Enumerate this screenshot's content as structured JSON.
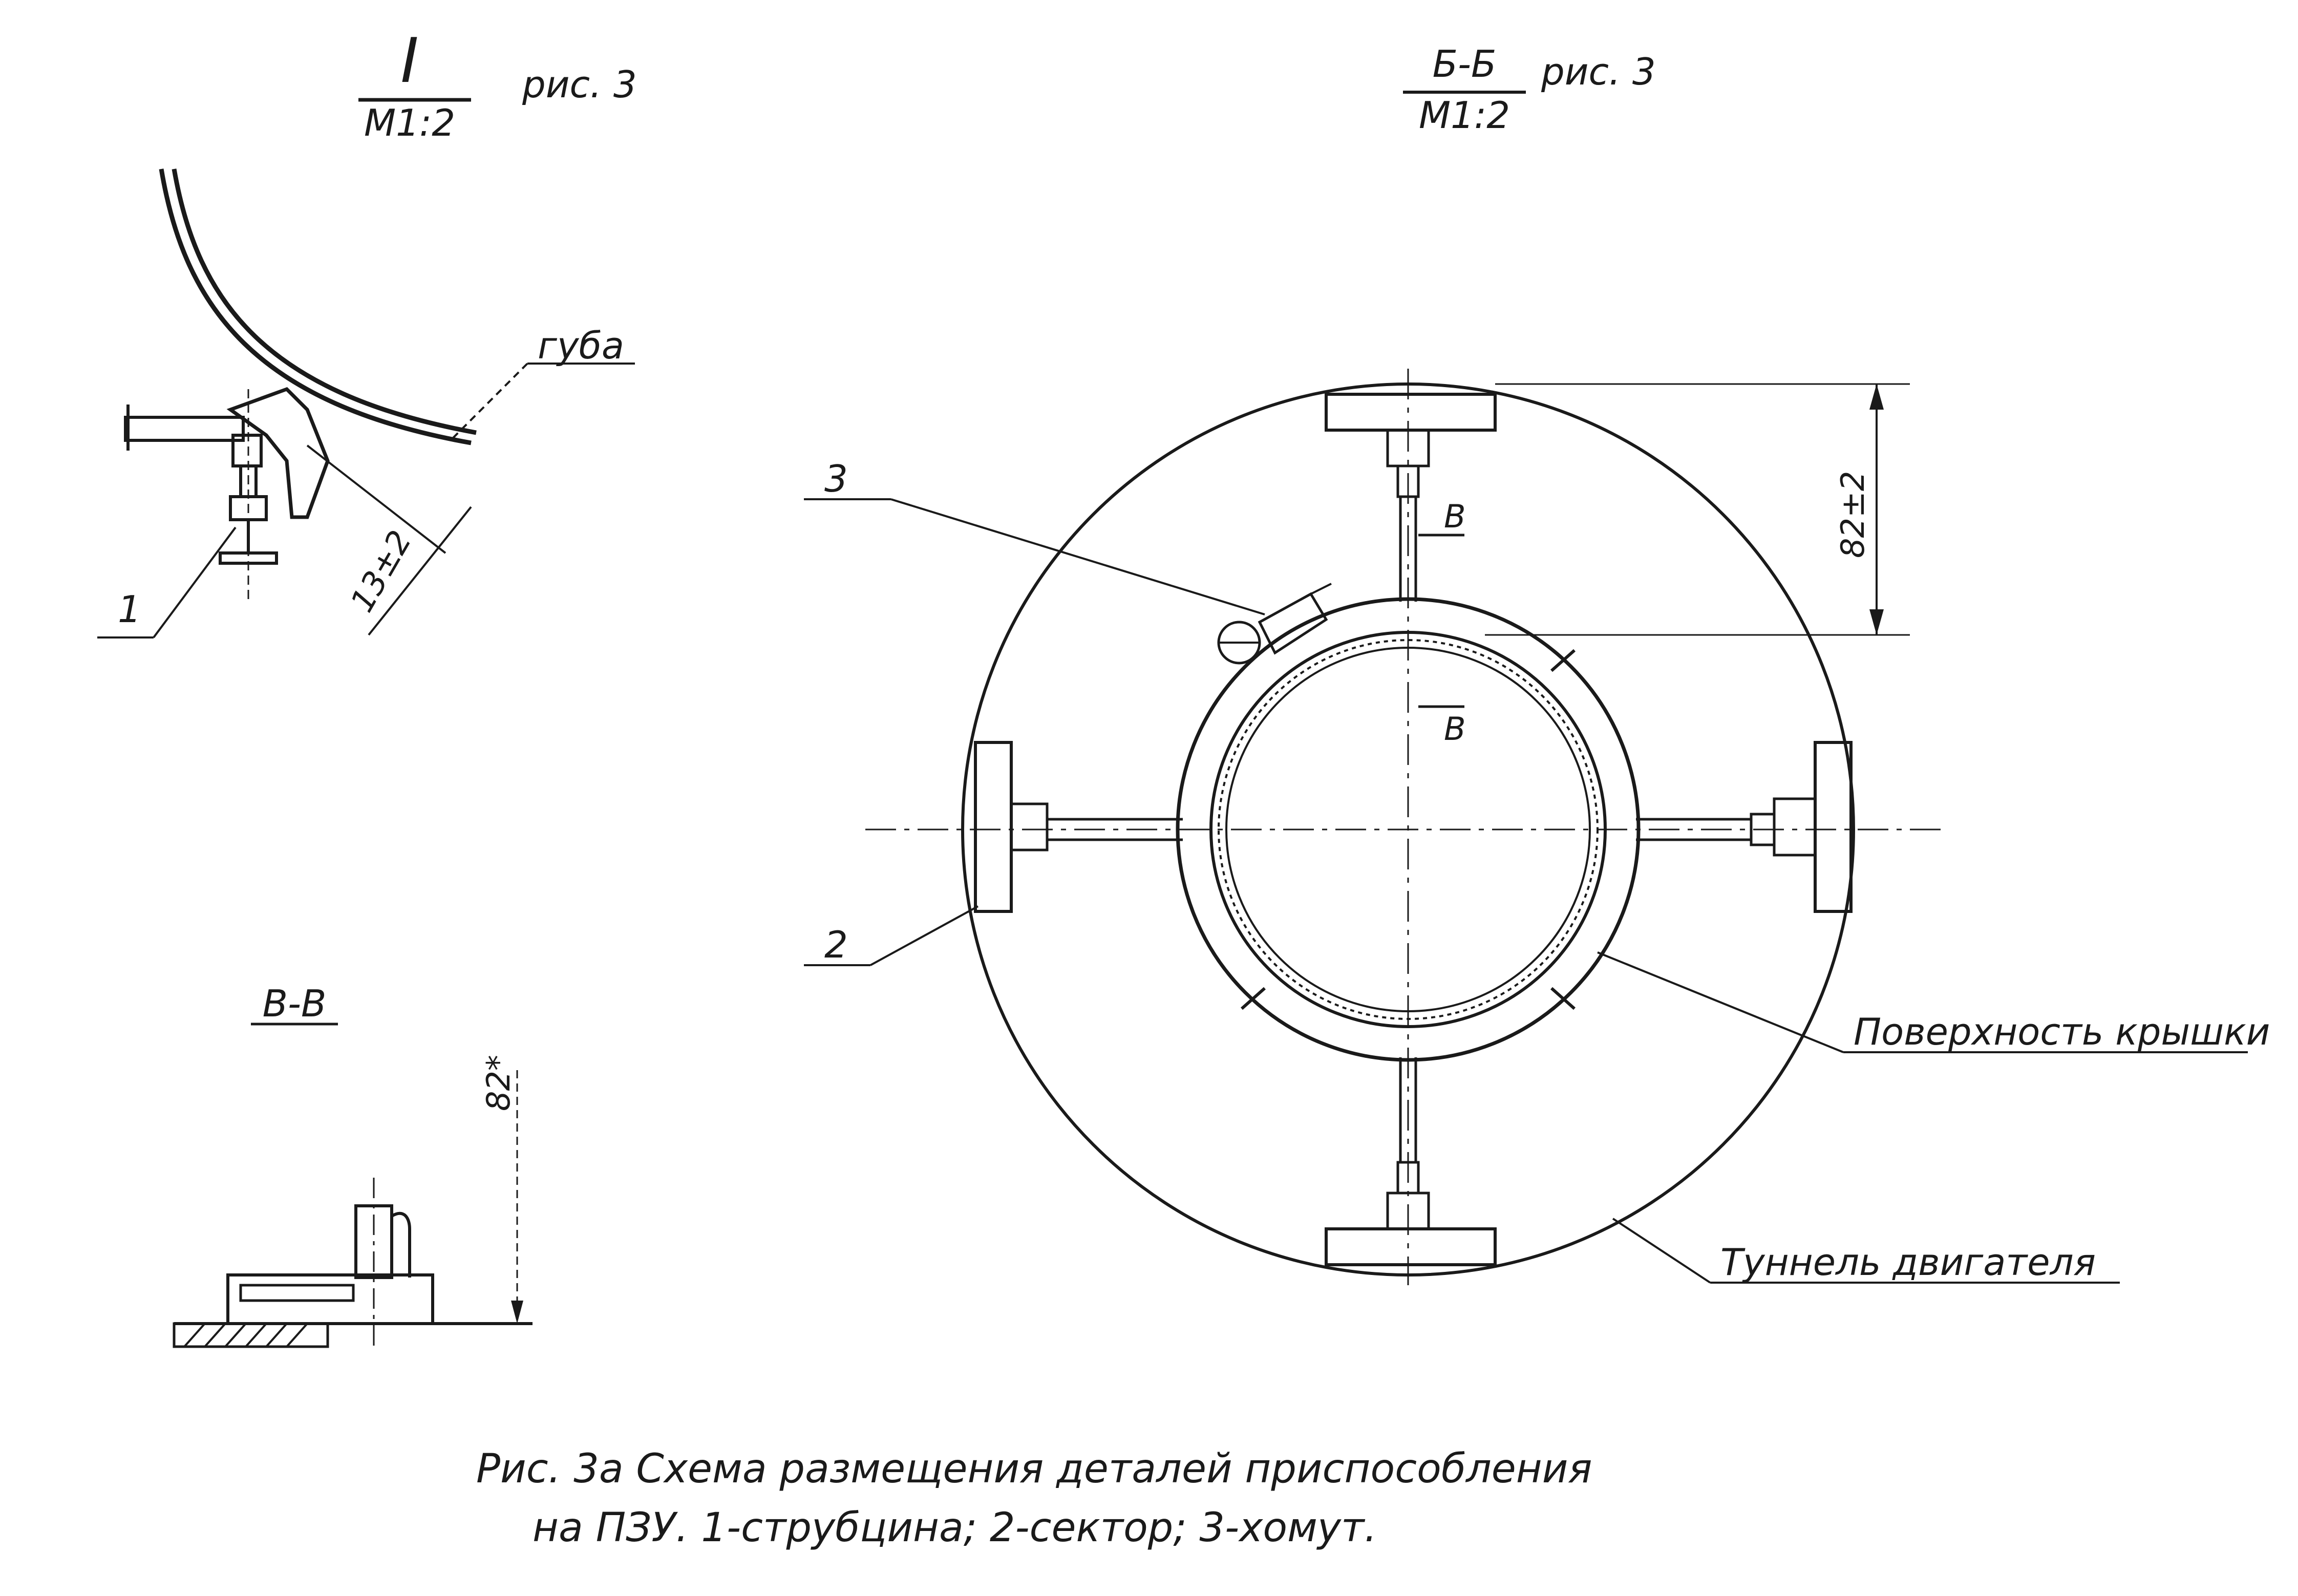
{
  "view_I": {
    "numeral": "I",
    "scale": "М1:2",
    "ref": "рис. 3",
    "lip_label": "губа",
    "dim": "13±2",
    "callout": "1"
  },
  "view_BB": {
    "title": "Б-Б",
    "scale": "М1:2",
    "ref": "рис. 3",
    "callout_3": "3",
    "callout_2": "2",
    "section_mark_top": "В",
    "section_mark_bottom": "В",
    "dim": "82±2",
    "label_cover": "Поверхность крышки",
    "label_tunnel": "Туннель двигателя"
  },
  "view_VV": {
    "title": "В-В",
    "dim": "82*"
  },
  "caption": {
    "line1": "Рис. 3а Схема размещения деталей приспособления",
    "line2": "на ПЗУ. 1-струбцина; 2-сектор; 3-хомут."
  }
}
